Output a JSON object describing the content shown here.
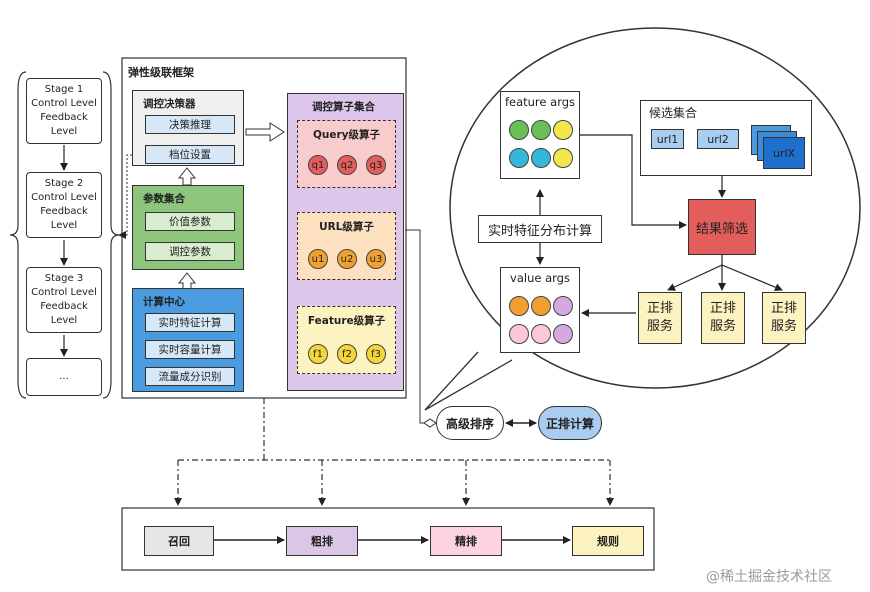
{
  "stages": [
    {
      "label": "Stage 1\nControl Level\nFeedback Level"
    },
    {
      "label": "Stage 2\nControl Level\nFeedback Level"
    },
    {
      "label": "Stage 3\nControl Level\nFeedback Level"
    },
    {
      "label": "..."
    }
  ],
  "framework": {
    "title": "弹性级联框架",
    "controller": {
      "title": "调控决策器",
      "items": [
        "决策推理",
        "档位设置"
      ]
    },
    "params": {
      "title": "参数集合",
      "items": [
        "价值参数",
        "调控参数"
      ]
    },
    "compute": {
      "title": "计算中心",
      "items": [
        "实时特征计算",
        "实时容量计算",
        "流量成分识别"
      ]
    },
    "operators": {
      "title": "调控算子集合",
      "query": {
        "title": "Query级算子",
        "circles": [
          "q1",
          "q2",
          "q3"
        ]
      },
      "url": {
        "title": "URL级算子",
        "circles": [
          "u1",
          "u2",
          "u3"
        ]
      },
      "feature": {
        "title": "Feature级算子",
        "circles": [
          "f1",
          "f2",
          "f3"
        ]
      }
    }
  },
  "zoom": {
    "feature_args": "feature args",
    "candidates": {
      "title": "候选集合",
      "items": [
        "url1",
        "url2",
        "urlX"
      ]
    },
    "realtime_calc": "实时特征分布计算",
    "filter": "结果筛选",
    "value_args": "value args",
    "services": [
      "正排\n服务",
      "正排\n服务",
      "正排\n服务"
    ]
  },
  "advanced_sort": "高级排序",
  "forward_calc": "正排计算",
  "pipeline": [
    "召回",
    "粗排",
    "精排",
    "规则"
  ],
  "watermark": "@稀土掘金技术社区",
  "colors": {
    "stage_recall": "#e6e6e6",
    "stage_coarse": "#dcc6e6",
    "stage_fine": "#fcd3df",
    "stage_rule": "#fdf3c1",
    "controller_bg": "#f0f0f0",
    "params_bg": "#8cc57b",
    "compute_bg": "#4b9be0",
    "operators_bg": "#dcc6ea",
    "query_bg": "#f8cccc",
    "url_bg": "#fde0c0",
    "feature_bg": "#fdf3c1",
    "red_circle": "#e35d5d",
    "orange_circle": "#f0a030",
    "yellow_circle": "#f3d63a",
    "filter_bg": "#e35d5d",
    "forward_bg": "#a8cdf0"
  }
}
